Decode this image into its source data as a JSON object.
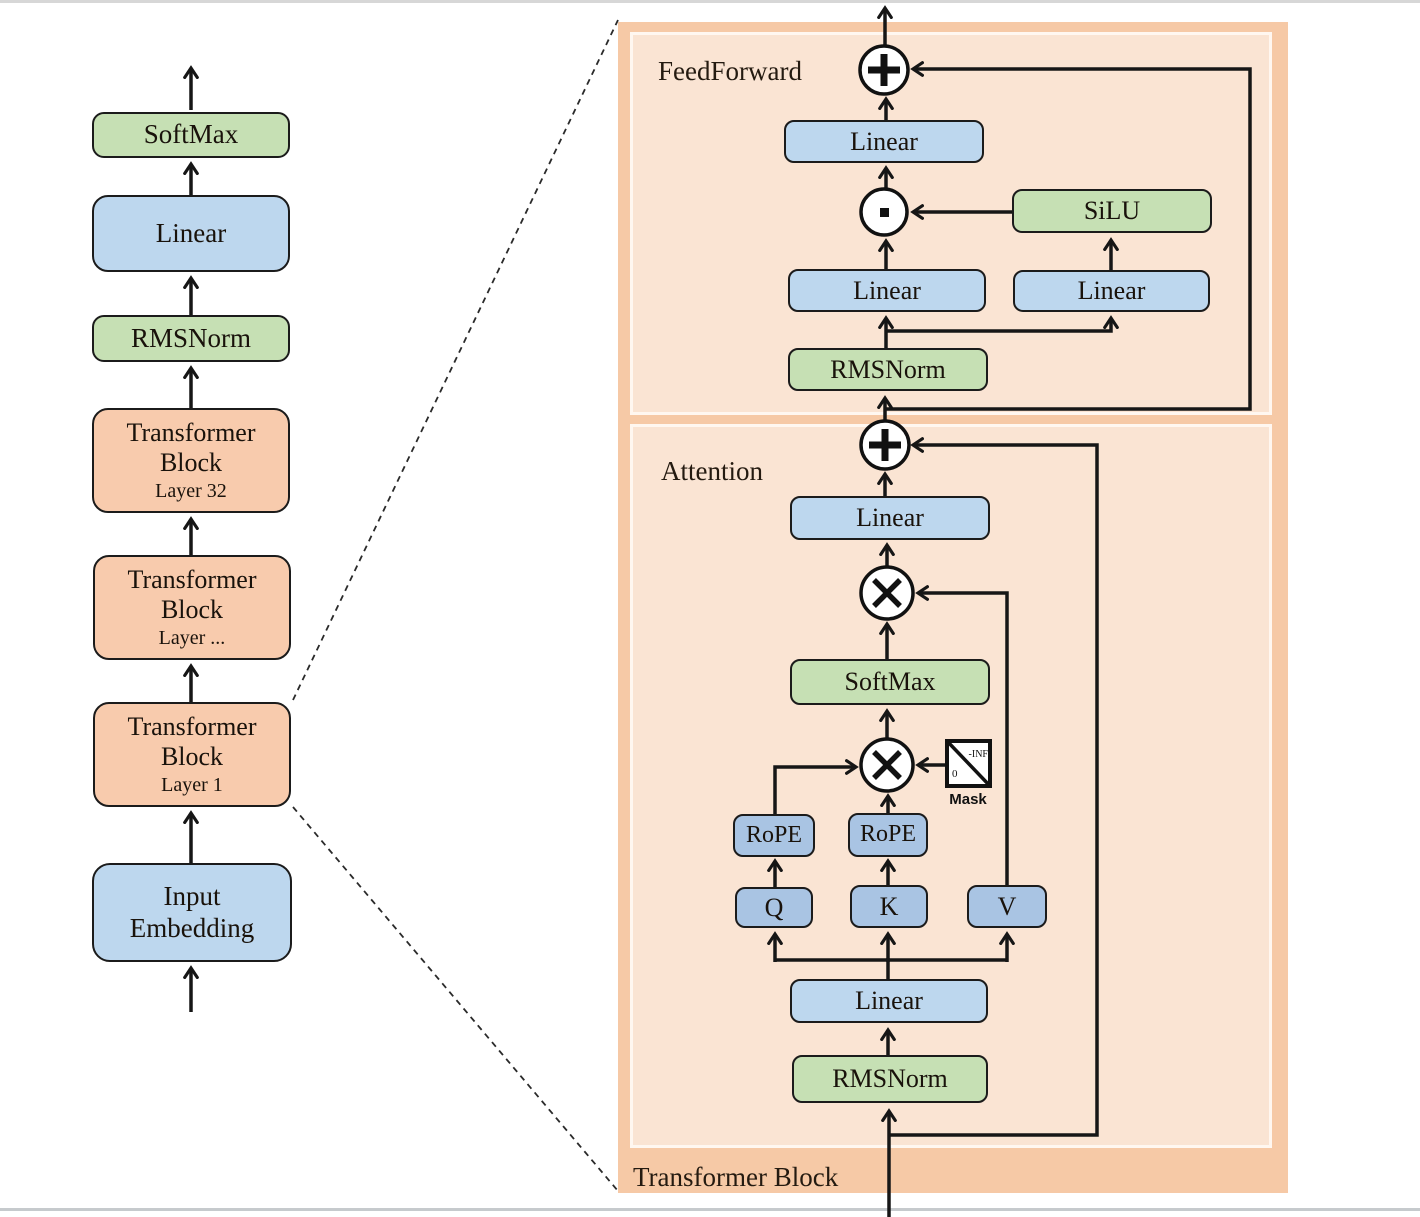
{
  "left": {
    "boxes": [
      {
        "label": "SoftMax"
      },
      {
        "label": "Linear"
      },
      {
        "label": "RMSNorm"
      },
      {
        "label": "Transformer Block",
        "sublabel": "Layer 32"
      },
      {
        "label": "Transformer Block",
        "sublabel": "Layer ..."
      },
      {
        "label": "Transformer Block",
        "sublabel": "Layer 1"
      },
      {
        "label": "Input Embedding"
      }
    ]
  },
  "detail": {
    "title": "Transformer Block",
    "feedforward": {
      "label": "FeedForward",
      "linear_out": "Linear",
      "silu": "SiLU",
      "linear_left": "Linear",
      "linear_right": "Linear",
      "rmsnorm": "RMSNorm"
    },
    "attention": {
      "label": "Attention",
      "linear_out": "Linear",
      "softmax": "SoftMax",
      "rope_q": "RoPE",
      "rope_k": "RoPE",
      "q": "Q",
      "k": "K",
      "v": "V",
      "linear_in": "Linear",
      "rmsnorm": "RMSNorm",
      "mask": {
        "label": "Mask",
        "neg_inf": "-INF",
        "zero": "0"
      }
    }
  },
  "icons": {
    "residual_add": "plus-circle-icon",
    "elementwise_product": "dot-circle-icon",
    "matmul": "times-circle-icon",
    "mask": "mask-triangle-icon",
    "flow_arrow": "chevron-arrowhead",
    "zoom_link": "dashed-line"
  },
  "colors": {
    "box_blue": "#bdd7ee",
    "box_green": "#c6e0b4",
    "box_orange": "#f8cbad",
    "box_slate_blue": "#a9c4e3",
    "panel_outer": "#f6c9a6",
    "panel_inner": "#fae4d3",
    "panel_inner_border": "#fff7f0",
    "wire": "#161616",
    "text": "#19120b"
  }
}
